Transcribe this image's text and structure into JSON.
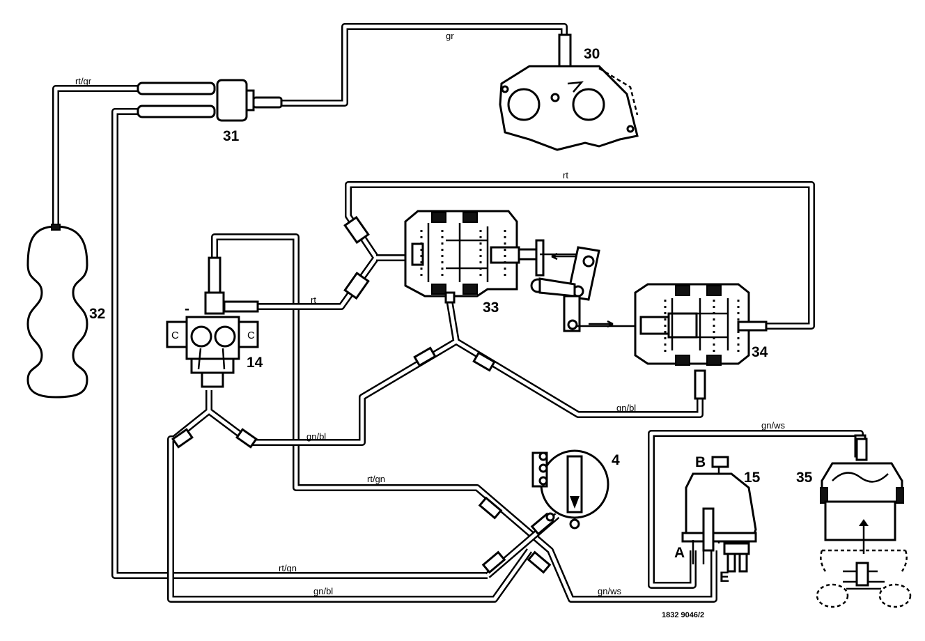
{
  "diagram": {
    "components": {
      "c30": "30",
      "c31": "31",
      "c32": "32",
      "c33": "33",
      "c34": "34",
      "c14": "14",
      "c4": "4",
      "c15": "15",
      "c35": "35"
    },
    "wire_labels": {
      "gr_top": "gr",
      "rt_gr": "rt/gr",
      "rt_top": "rt",
      "rt_mid": "rt",
      "gn_bl_mid": "gn/bl",
      "gn_bl_right": "gn/bl",
      "gn_ws_top": "gn/ws",
      "rt_gn_mid": "rt/gn",
      "rt_gn_bottom": "rt/gn",
      "gn_bl_bottom": "gn/bl",
      "gn_ws_bottom": "gn/ws"
    },
    "part_marks": {
      "minus": "-",
      "c_left": "C",
      "c_right": "C",
      "b": "B",
      "a": "A",
      "e": "E"
    },
    "reference": "1832  9046/2"
  }
}
